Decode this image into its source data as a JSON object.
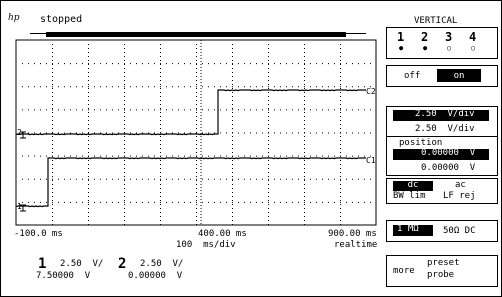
{
  "header": {
    "brand_icon": "hp-logo",
    "status": "stopped"
  },
  "timebase": {
    "left_label": "-100.0 ms",
    "center_label": "400.00 ms",
    "right_label": "900.00 ms",
    "per_div": "100  ms/div",
    "mode": "realtime"
  },
  "traces": {
    "c1": {
      "label": "C1",
      "ground_marker": "1"
    },
    "c2": {
      "label": "C2",
      "ground_marker": "2"
    }
  },
  "scale_readout": {
    "ch1_num": "1",
    "ch1_vdiv": "2.50  V/",
    "ch1_offset": "7.50000  V",
    "ch2_num": "2",
    "ch2_vdiv": "2.50  V/",
    "ch2_offset": "0.00000  V"
  },
  "vertical_menu": {
    "title": "VERTICAL",
    "channels": [
      {
        "num": "1",
        "active": true
      },
      {
        "num": "2",
        "active": true
      },
      {
        "num": "3",
        "active": false
      },
      {
        "num": "4",
        "active": false
      }
    ],
    "display_off": "off",
    "display_on": "on",
    "vdiv_field": "2.50  V/div",
    "vdiv_value": "2.50  V/div",
    "position_label": "position",
    "position_field": "0.00000  V",
    "position_value": "0.00000  V",
    "coupling": "dc",
    "coupling_alt": "ac",
    "bw_limit": "BW lim",
    "lf_reject": "LF rej",
    "impedance_1m": "1 MΩ",
    "impedance_50": "50Ω DC",
    "more": "more",
    "preset": "preset",
    "probe": "probe"
  }
}
